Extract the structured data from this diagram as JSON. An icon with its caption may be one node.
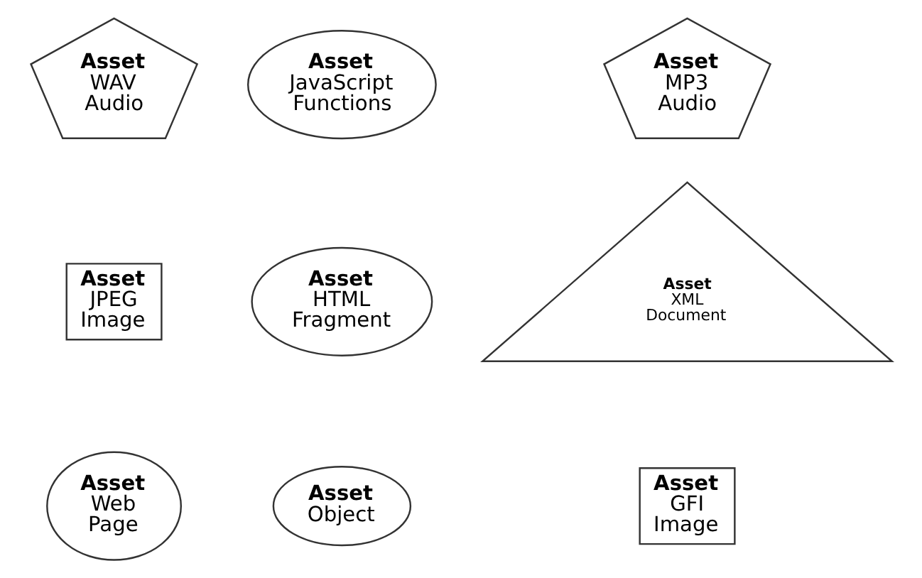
{
  "diagram": {
    "nodes": [
      {
        "text": [
          "Asset",
          "WAV Audio"
        ]
      },
      {
        "text": [
          "Asset",
          "JavaScript Functions"
        ]
      },
      {
        "text": [
          "Asset",
          "MP3 Audio"
        ]
      },
      {
        "text": [
          "Asset",
          "JPEG Image"
        ]
      },
      {
        "text": [
          "Asset",
          "HTML Fragment"
        ]
      },
      {
        "text": [
          "Asset",
          "XML Document"
        ]
      },
      {
        "text": [
          "Asset",
          "Web Page"
        ]
      },
      {
        "text": [
          "Asset",
          "Object"
        ]
      },
      {
        "text": [
          "Asset",
          "GFI Image"
        ]
      }
    ]
  }
}
